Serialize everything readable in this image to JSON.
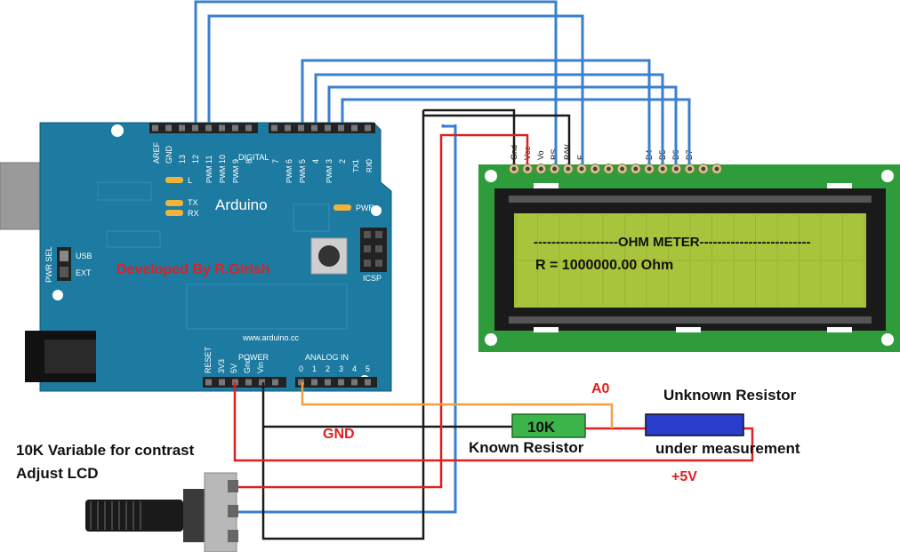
{
  "board": {
    "brand": "Arduino",
    "url": "www.arduino.cc",
    "credit": "Developed By R.Girish",
    "digital_header": [
      "AREF",
      "GND",
      "13",
      "12",
      "11",
      "10",
      "9",
      "8",
      "7",
      "6",
      "5",
      "4",
      "3",
      "2",
      "1",
      "0"
    ],
    "digital_sub": [
      "PWM",
      "PWM",
      "PWM",
      "PWM",
      "PWM",
      "PWM"
    ],
    "digital_label": "DIGITAL",
    "tx_small": "TX",
    "rx_small": "RX",
    "tx_big": "TX",
    "rx_big": "RX",
    "l_led": "L",
    "pwr_led": "PWR",
    "icsp": "ICSP",
    "usb": "USB",
    "ext": "EXT",
    "pwr_sel": "PWR SEL",
    "power_label": "POWER",
    "power_pins": [
      "RESET",
      "3V3",
      "5V",
      "Gnd",
      "Vin"
    ],
    "analog_label": "ANALOG IN",
    "analog_pins": [
      "0",
      "1",
      "2",
      "3",
      "4",
      "5"
    ],
    "pin_numbers_top": [
      "3",
      "2",
      "1",
      "0",
      "9",
      "8",
      "7",
      "6",
      "5",
      "4",
      "3",
      "2",
      "1",
      "0"
    ],
    "pin_sub_top": [
      "1",
      "1",
      "1"
    ]
  },
  "lcd": {
    "pins": [
      "Gnd",
      "Vcc",
      "Vo",
      "RS",
      "R/W",
      "E",
      "D4",
      "D5",
      "D6",
      "D7"
    ],
    "line1": "-------------------OHM METER-------------------------",
    "line2": "R = 1000000.00 Ohm",
    "screen_color": "#a8c43c",
    "pcb_color": "#2f9c3c"
  },
  "labels": {
    "a0": "A0",
    "gnd": "GND",
    "plus5v": "+5V",
    "known_resistor": "Known Resistor",
    "known_value": "10K",
    "unknown_resistor": "Unknown Resistor",
    "under_measurement": "under measurement",
    "pot_label_line1": "10K Variable for contrast",
    "pot_label_line2": "Adjust LCD"
  },
  "colors": {
    "wire_blue": "#3a7fd0",
    "wire_black": "#1a1a1a",
    "wire_red": "#e02020",
    "wire_orange": "#f0a040",
    "board_blue": "#1d7aa0",
    "known_resistor": "#3cb44a",
    "unknown_resistor": "#2a3ccc"
  }
}
